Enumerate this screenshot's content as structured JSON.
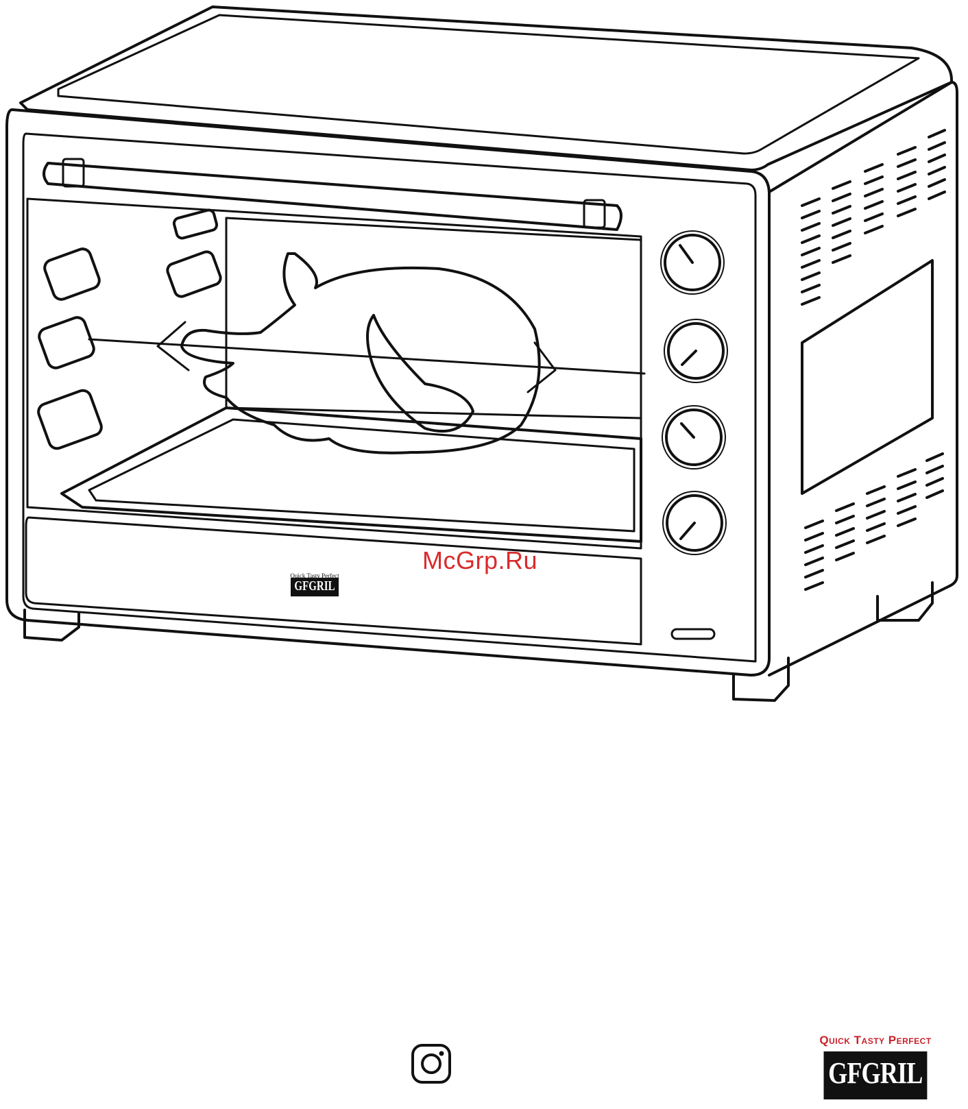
{
  "watermark": {
    "text": "McGrp.Ru"
  },
  "oven_badge": {
    "tagline": "Quick Tasty Perfect",
    "logo": "GFGRIL"
  },
  "footer": {
    "social_icon": "instagram-icon",
    "brand_tagline": "Quick Tasty Perfect",
    "brand_logo": "GFGRIL"
  },
  "colors": {
    "accent": "#c8202a",
    "watermark": "#d92b2b",
    "line": "#111111"
  }
}
